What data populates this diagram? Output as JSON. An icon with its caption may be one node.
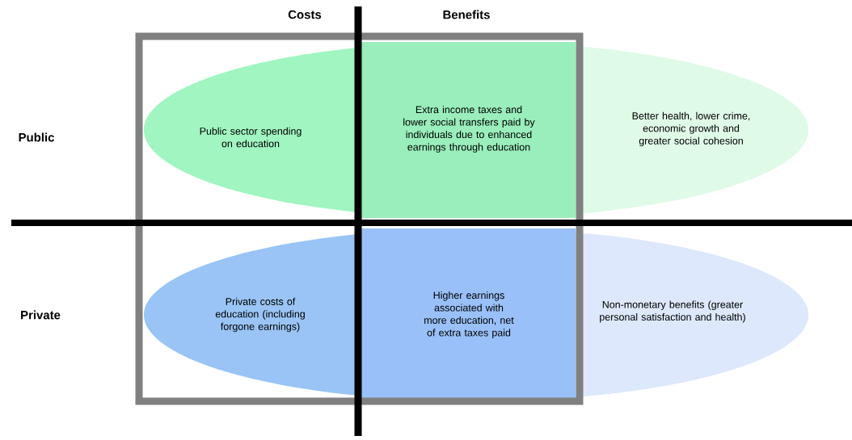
{
  "diagram": {
    "nodes": [
      {
        "text": [
          "Public sector spending on education"
        ]
      },
      {
        "text": [
          "Extra income taxes and lower social transfers paid by individuals due to enhanced earnings through education"
        ]
      },
      {
        "text": [
          "Better health, lower crime, economic growth and greater social cohesion"
        ]
      },
      {
        "text": [
          "Private costs of education (including forgone earnings)"
        ]
      },
      {
        "text": [
          "Higher earnings associated with more education, net of extra taxes paid"
        ]
      },
      {
        "text": [
          "Non-monetary benefits (greater personal satisfaction and health)"
        ]
      }
    ],
    "labels": [
      "Costs",
      "Benefits",
      "Public",
      "Private"
    ]
  }
}
